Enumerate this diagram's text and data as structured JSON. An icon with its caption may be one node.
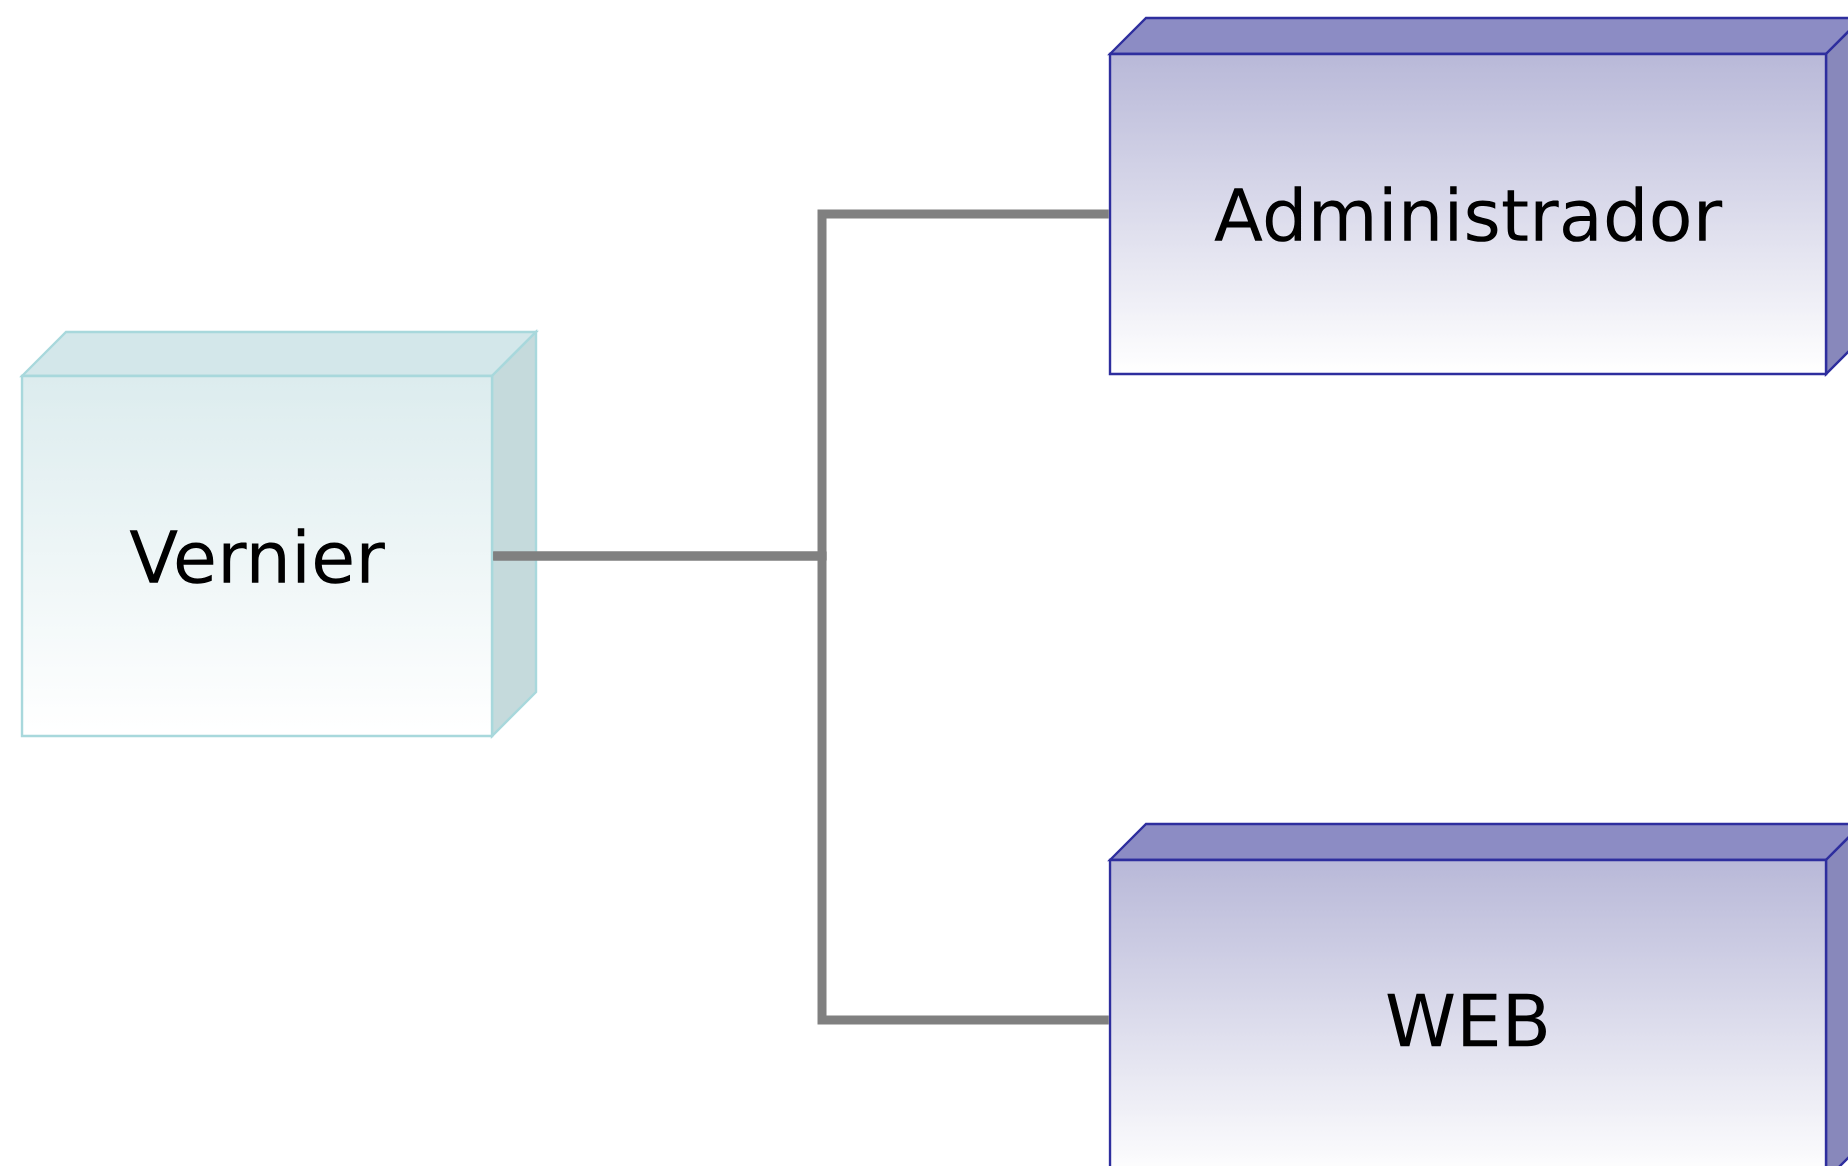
{
  "diagram": {
    "nodes": [
      {
        "text": [
          "Vernier"
        ]
      },
      {
        "text": [
          "Administrador"
        ]
      },
      {
        "text": [
          "WEB"
        ]
      }
    ],
    "edges": [
      {
        "from": 0,
        "to": 1,
        "arrow": "none"
      },
      {
        "from": 0,
        "to": 2,
        "arrow": "none"
      }
    ]
  }
}
